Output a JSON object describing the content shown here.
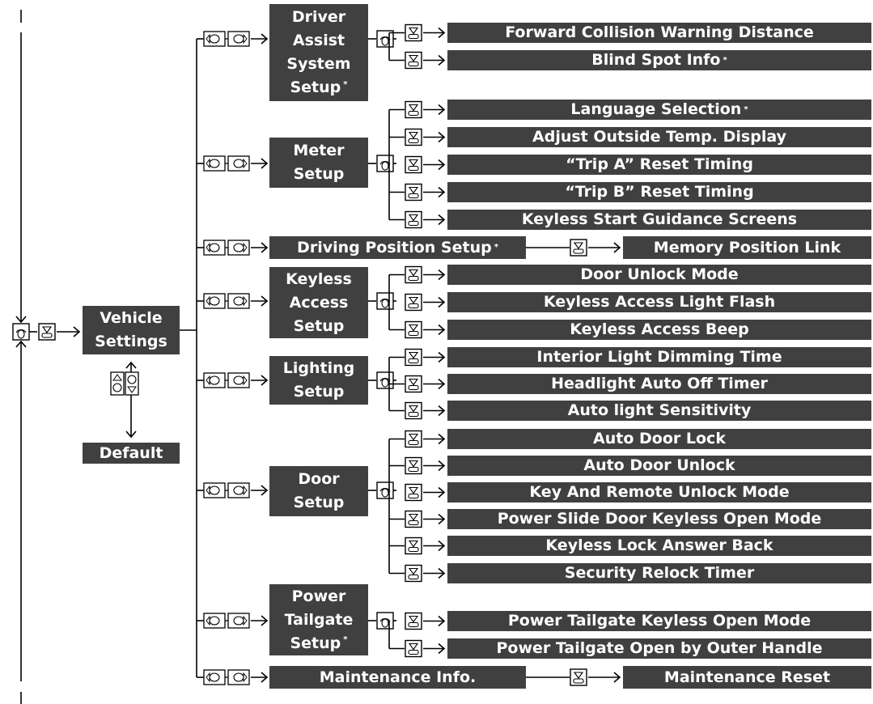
{
  "root": {
    "label": "Vehicle Settings",
    "default_label": "Default"
  },
  "categories": [
    {
      "id": "driver-assist",
      "label": "Driver Assist System Setup",
      "star": true,
      "items": [
        {
          "label": "Forward Collision Warning Distance",
          "star": false
        },
        {
          "label": "Blind Spot Info",
          "star": true
        }
      ]
    },
    {
      "id": "meter",
      "label": "Meter Setup",
      "star": false,
      "items": [
        {
          "label": "Language Selection",
          "star": true
        },
        {
          "label": "Adjust Outside Temp. Display",
          "star": false
        },
        {
          "label": "“Trip A” Reset Timing",
          "star": false
        },
        {
          "label": "“Trip B” Reset Timing",
          "star": false
        },
        {
          "label": "Keyless Start Guidance Screens",
          "star": false
        }
      ]
    },
    {
      "id": "driving-position",
      "label": "Driving Position Setup",
      "star": true,
      "items": [
        {
          "label": "Memory Position Link",
          "star": false
        }
      ]
    },
    {
      "id": "keyless-access",
      "label": "Keyless Access Setup",
      "star": false,
      "items": [
        {
          "label": "Door Unlock Mode",
          "star": false
        },
        {
          "label": "Keyless Access Light Flash",
          "star": false
        },
        {
          "label": "Keyless Access Beep",
          "star": false
        }
      ]
    },
    {
      "id": "lighting",
      "label": "Lighting Setup",
      "star": false,
      "items": [
        {
          "label": "Interior Light Dimming Time",
          "star": false
        },
        {
          "label": "Headlight Auto Off Timer",
          "star": false
        },
        {
          "label": "Auto light Sensitivity",
          "star": false
        }
      ]
    },
    {
      "id": "door",
      "label": "Door Setup",
      "star": false,
      "items": [
        {
          "label": "Auto Door Lock",
          "star": false
        },
        {
          "label": "Auto Door Unlock",
          "star": false
        },
        {
          "label": "Key And Remote Unlock Mode",
          "star": false
        },
        {
          "label": "Power Slide Door Keyless Open Mode",
          "star": false
        },
        {
          "label": "Keyless Lock Answer Back",
          "star": false
        },
        {
          "label": "Security Relock Timer",
          "star": false
        }
      ]
    },
    {
      "id": "power-tailgate",
      "label": "Power Tailgate Setup",
      "star": true,
      "items": [
        {
          "label": "Power Tailgate Keyless Open Mode",
          "star": false
        },
        {
          "label": "Power Tailgate Open by Outer Handle",
          "star": false
        }
      ]
    },
    {
      "id": "maintenance",
      "label": "Maintenance Info.",
      "star": false,
      "items": [
        {
          "label": "Maintenance Reset",
          "star": false
        }
      ]
    }
  ],
  "icons": {
    "dial": "dial-icon",
    "select": "select-press-icon",
    "left_right": "left-right-arrows-icon",
    "up_down": "up-down-arrows-icon"
  },
  "colors": {
    "box": "#404040",
    "text": "#ffffff",
    "line": "#000000"
  }
}
